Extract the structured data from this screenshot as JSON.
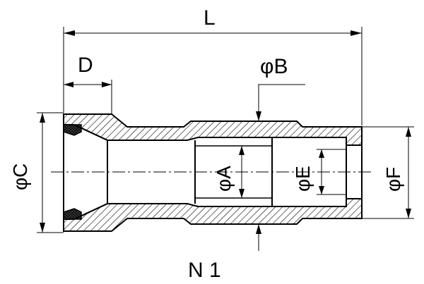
{
  "figure": {
    "labels": {
      "L": "L",
      "D": "D",
      "B": "φB",
      "C": "φC",
      "A": "φA",
      "E": "φE",
      "F": "φF",
      "N1": "N 1"
    }
  }
}
